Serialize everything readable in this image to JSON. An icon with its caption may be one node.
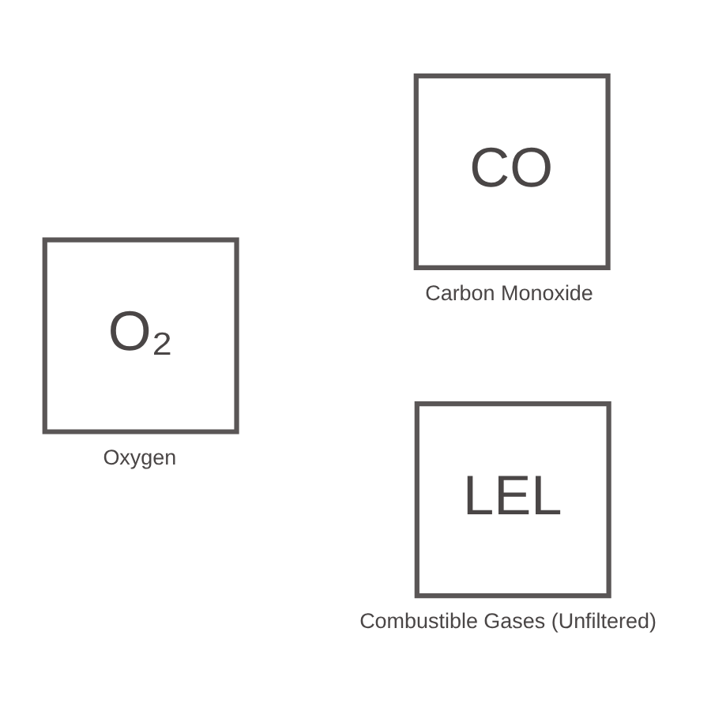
{
  "diagram": {
    "nodes": [
      {
        "text": [
          "O₂"
        ],
        "beside": [
          "Oxygen"
        ]
      },
      {
        "text": [
          "CO"
        ],
        "beside": [
          "Carbon Monoxide"
        ]
      },
      {
        "text": [
          "LEL"
        ],
        "beside": [
          "Combustible Gases (Unfiltered)"
        ]
      }
    ]
  }
}
